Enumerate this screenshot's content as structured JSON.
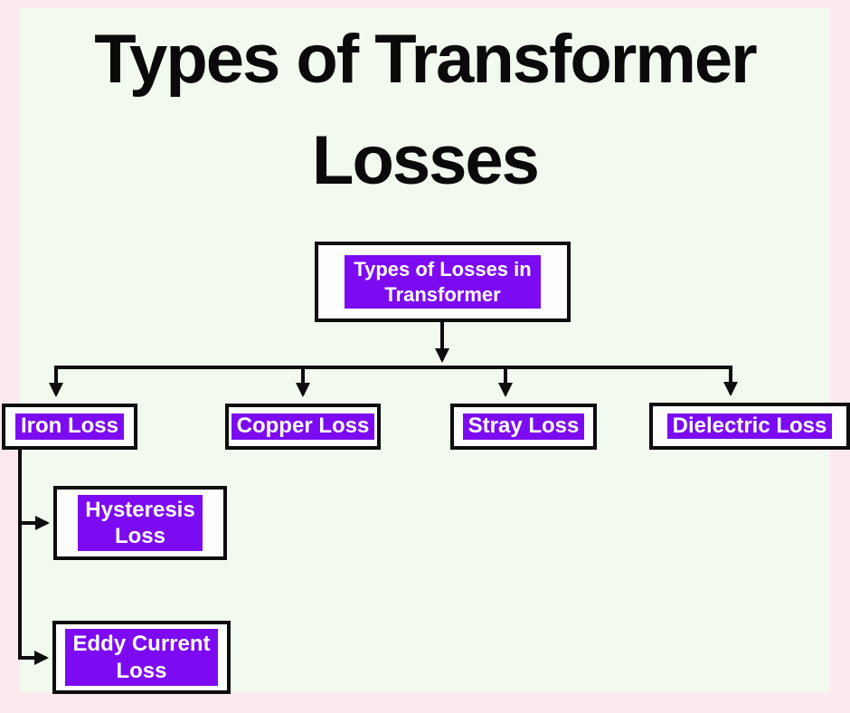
{
  "page": {
    "background_color": "#FCE9EE",
    "panel_color": "#F2F9EE"
  },
  "title": "Types of Transformer\nLosses",
  "colors": {
    "node_fill": "#7C0BF1",
    "node_border": "#0D0D0D",
    "node_text": "#FFFFFF",
    "connector": "#0D0D0D",
    "title_text": "#0A0A0A"
  },
  "diagram": {
    "root": {
      "id": "types-of-losses-in-transformer",
      "label": "Types of Losses in\nTransformer"
    },
    "level1": [
      {
        "id": "iron-loss",
        "label": "Iron Loss",
        "parent": "types-of-losses-in-transformer"
      },
      {
        "id": "copper-loss",
        "label": "Copper Loss",
        "parent": "types-of-losses-in-transformer"
      },
      {
        "id": "stray-loss",
        "label": "Stray Loss",
        "parent": "types-of-losses-in-transformer"
      },
      {
        "id": "dielectric-loss",
        "label": "Dielectric Loss",
        "parent": "types-of-losses-in-transformer"
      }
    ],
    "level2": [
      {
        "id": "hysteresis-loss",
        "label": "Hysteresis\nLoss",
        "parent": "iron-loss"
      },
      {
        "id": "eddy-current-loss",
        "label": "Eddy Current\nLoss",
        "parent": "iron-loss"
      }
    ]
  }
}
